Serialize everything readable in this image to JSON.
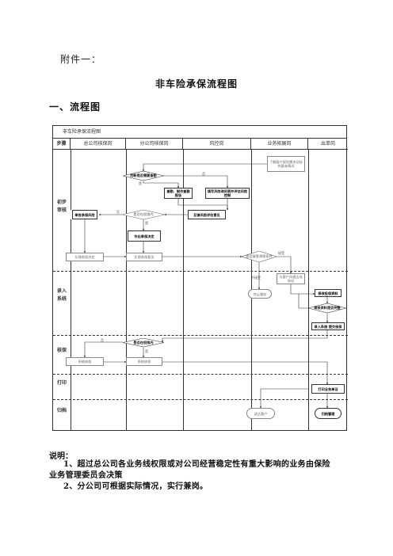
{
  "doc": {
    "attachment": "附件一：",
    "title": "非车险承保流程图",
    "section": "一、流程图",
    "notes_title": "说明：",
    "notes": [
      "1、超过总公司各业务线权限或对公司经营稳定性有重大影响的业务由保险",
      "业务管理委员会决策",
      "2、分公司可根据实际情况，实行兼岗。"
    ]
  },
  "flowchart": {
    "title": "非车险承保流程图",
    "columns": [
      "步骤",
      "总公司核保岗",
      "分公司核保岗",
      "风控岗",
      "业务拓展岗",
      "出单岗"
    ],
    "phases": [
      "初步审核",
      "录入系统",
      "核保",
      "打印",
      "归档"
    ],
    "nodes": {
      "n1": "了解客户保险需求及标的基本情况",
      "n2": "判断是否需要查勘",
      "n3": "查勘、制作查勘报告",
      "n4": "填写风险询问表并评估风险控制",
      "n5": "是否在权限内",
      "n6": "审批承保风险",
      "n7": "反馈风险评估意见",
      "n8": "作出承保决定",
      "n9": "反馈承保决定",
      "n10": "反馈承保意见",
      "n11": "是否接受承保条件",
      "n12": "与客户沟通达成协议",
      "n13": "终止服务",
      "n14": "接收投保资料",
      "n15": "审核资料是否完整",
      "n16": "录入系统 提交核保",
      "n17": "是否在权限内",
      "n18": "系统核保",
      "n19": "系统核保",
      "n20": "打印业务单证",
      "n21": "送达客户",
      "n22": "归档管理"
    },
    "labels": {
      "yes": "是",
      "no": "否",
      "accept": "接受",
      "reject": "不接受"
    }
  }
}
